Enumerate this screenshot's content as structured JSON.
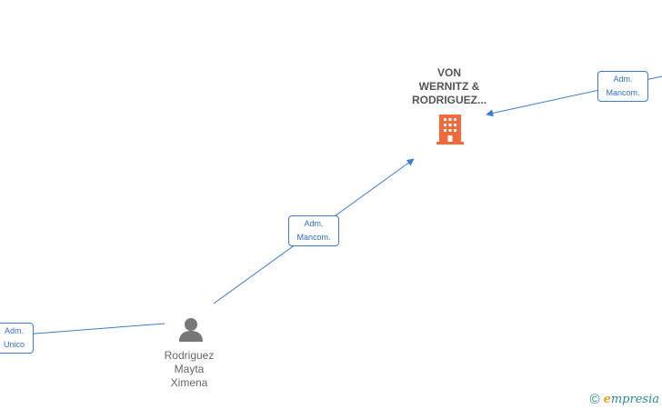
{
  "company": {
    "name_lines": [
      "VON",
      "WERNITZ &",
      "RODRIGUEZ..."
    ],
    "icon": "building-icon",
    "icon_color": "#f26a3a"
  },
  "person": {
    "name_lines": [
      "Rodriguez",
      "Mayta",
      "Ximena"
    ],
    "icon": "person-icon",
    "icon_color": "#777777"
  },
  "edges": {
    "person_to_company": {
      "label_lines": [
        "Adm.",
        "Mancom."
      ]
    },
    "external_to_company": {
      "label_lines": [
        "Adm.",
        "Mancom."
      ]
    },
    "external_to_person": {
      "label_lines": [
        "Adm.",
        "Unico"
      ]
    }
  },
  "brand": {
    "copyright": "©",
    "initial": "e",
    "rest": "mpresia"
  },
  "colors": {
    "edge": "#3a7bd5",
    "label_text": "#2e6fc7"
  }
}
